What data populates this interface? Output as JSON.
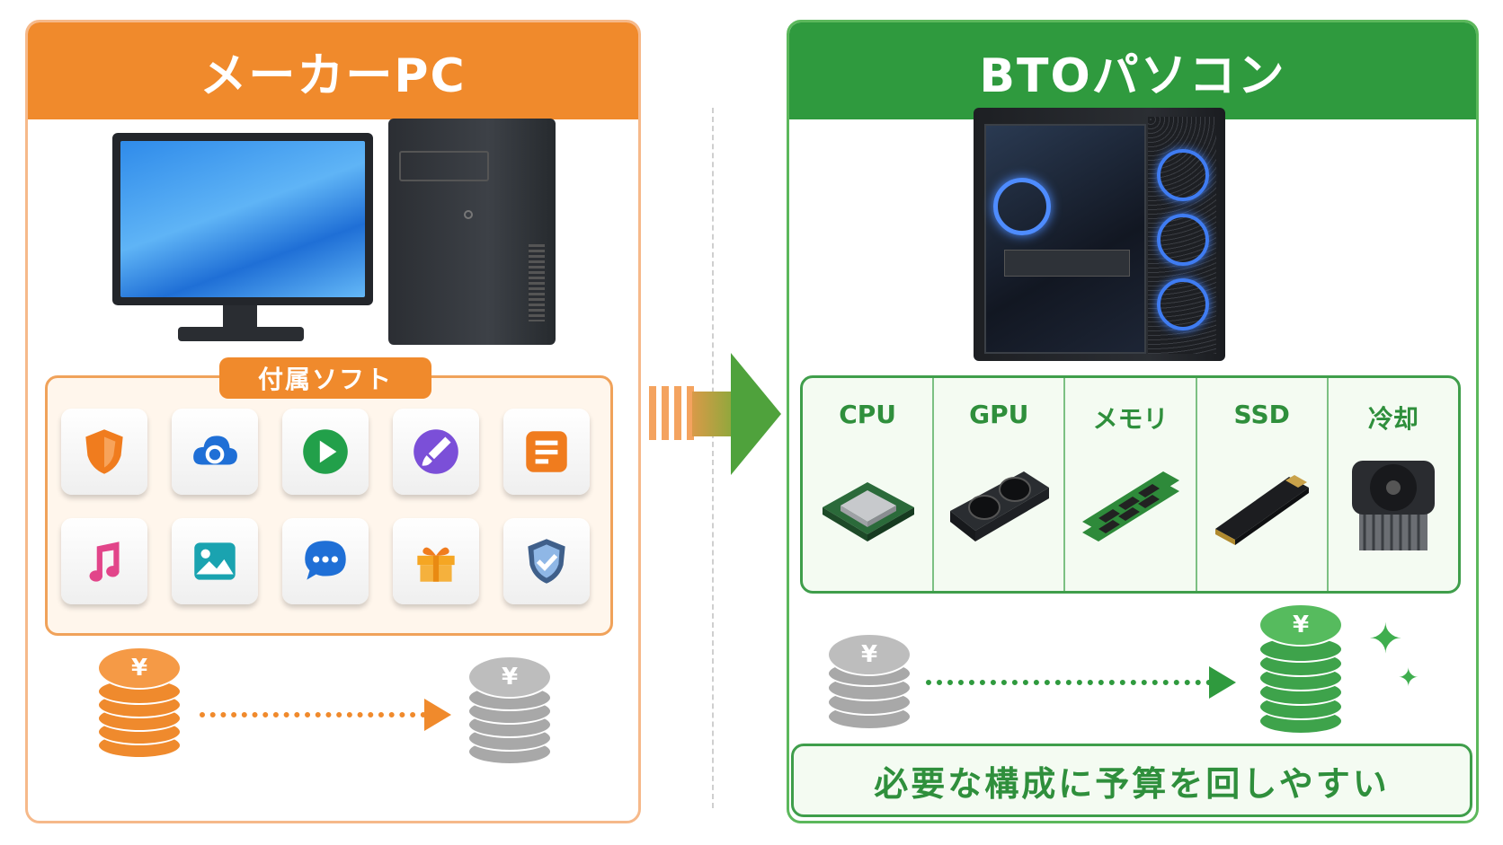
{
  "left_panel": {
    "title": "メーカーPC",
    "soft_label": "付属ソフト",
    "apps": [
      {
        "icon": "shield-icon",
        "color": "#f07c1e"
      },
      {
        "icon": "cloud-sync-icon",
        "color": "#1f6fd6"
      },
      {
        "icon": "play-icon",
        "color": "#22a04a"
      },
      {
        "icon": "paint-brush-icon",
        "color": "#7b4fd8"
      },
      {
        "icon": "document-icon",
        "color": "#f07c1e"
      },
      {
        "icon": "music-note-icon",
        "color": "#e2458a"
      },
      {
        "icon": "image-icon",
        "color": "#1aa3b0"
      },
      {
        "icon": "chat-bubble-icon",
        "color": "#1f6fd6"
      },
      {
        "icon": "gift-icon",
        "color": "#f5a623"
      },
      {
        "icon": "shield-check-icon",
        "color": "#3f5f8a"
      }
    ],
    "coin_symbol": "¥"
  },
  "right_panel": {
    "title": "BTOパソコン",
    "components": [
      {
        "label": "CPU",
        "icon": "cpu-icon"
      },
      {
        "label": "GPU",
        "icon": "gpu-icon"
      },
      {
        "label": "メモリ",
        "icon": "memory-icon"
      },
      {
        "label": "SSD",
        "icon": "ssd-icon"
      },
      {
        "label": "冷却",
        "icon": "cooler-icon"
      }
    ],
    "coin_symbol": "¥",
    "banner": "必要な構成に予算を回しやすい"
  },
  "colors": {
    "orange": "#f08a2c",
    "green": "#2f9a3e",
    "gray": "#bdbdbd"
  }
}
